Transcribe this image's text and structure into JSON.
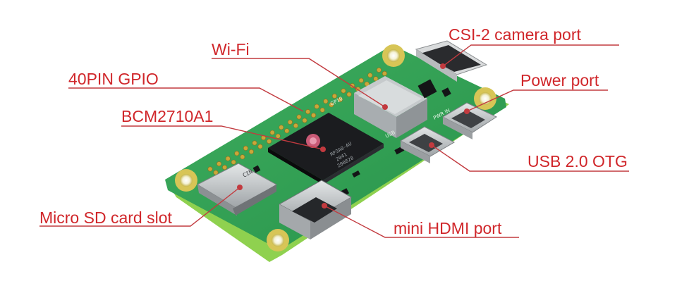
{
  "colors": {
    "label": "#d0262a",
    "leader_line": "#c23a3f",
    "pcb_green": "#2f9e53",
    "pcb_light": "#5cc07a",
    "pad_gold": "#c9a73a",
    "metal": "#c2c6c8",
    "chip_black": "#1b1c1f"
  },
  "labels": {
    "wifi": "Wi-Fi",
    "gpio": "40PIN GPIO",
    "bcm": "BCM2710A1",
    "microsd": "Micro SD card slot",
    "csi": "CSI-2 camera port",
    "power": "Power port",
    "usb": "USB 2.0 OTG",
    "hdmi": "mini HDMI port"
  },
  "chip_markings": {
    "soc_lines": [
      "RP3A0-AU",
      "2041",
      "200828"
    ],
    "sd_text": "CIN",
    "usb_silk": "USB",
    "pwr_silk": "PWR IN",
    "gpio_silk": "GP10"
  }
}
